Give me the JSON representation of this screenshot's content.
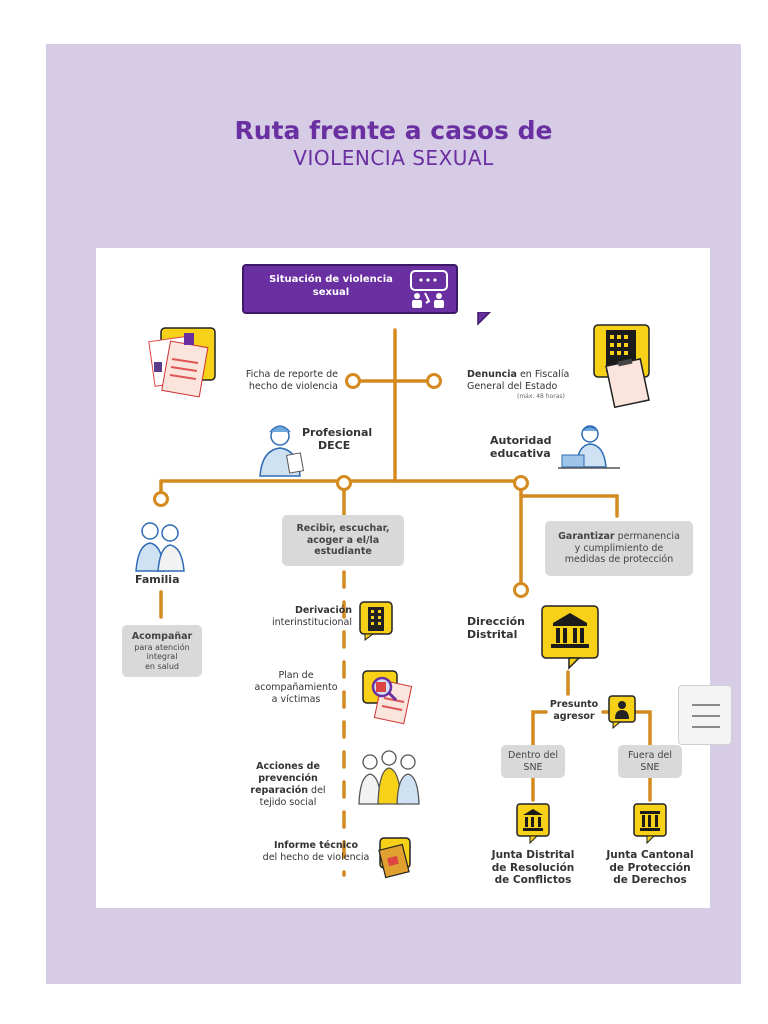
{
  "title": {
    "line1": "Ruta frente a casos de",
    "line2": "VIOLENCIA SEXUAL"
  },
  "colors": {
    "purple": "#6a2fa0",
    "line": "#d48a1f",
    "yellow": "#f7d117",
    "gray_box": "#d9d9d9",
    "background": "#d6cce6"
  },
  "nodes": {
    "top": "Situación de violencia sexual",
    "ficha": {
      "lines": [
        "Ficha de reporte de",
        "hecho de violencia"
      ]
    },
    "denuncia": {
      "bold": "Denuncia",
      "rest": " en Fiscalía",
      "line2": "General del Estado",
      "note": "(máx. 48 horas)"
    },
    "profesional": {
      "lines": [
        "Profesional",
        "DECE"
      ]
    },
    "autoridad": {
      "lines": [
        "Autoridad",
        "educativa"
      ]
    },
    "familia": "Familia",
    "acompanar": {
      "bold": "Acompañar",
      "rest": [
        "para atención",
        "integral",
        "en salud"
      ]
    },
    "recibir": {
      "lines": [
        "Recibir, escuchar,",
        "acoger a el/la",
        "estudiante"
      ]
    },
    "garantizar": {
      "bold": "Garantizar",
      "rest1": " permanencia",
      "line2": "y cumplimiento de",
      "line3": "medidas de protección"
    },
    "derivacion": {
      "bold": "Derivación",
      "rest": "interinstitucional"
    },
    "plan": {
      "lines": [
        "Plan de",
        "acompañamiento",
        "a víctimas"
      ]
    },
    "acciones": {
      "line1": "Acciones de prevención",
      "line2_bold": "reparación",
      "line2_rest": " del",
      "line3": "tejido social"
    },
    "informe": {
      "line1": "Informe técnico",
      "line2": "del hecho de violencia"
    },
    "direccion": {
      "lines": [
        "Dirección",
        "Distrital"
      ]
    },
    "presunto": {
      "lines": [
        "Presunto",
        "agresor"
      ]
    },
    "dentro": {
      "lines": [
        "Dentro del",
        "SNE"
      ]
    },
    "fuera": {
      "lines": [
        "Fuera del",
        "SNE"
      ]
    },
    "junta_distrital": {
      "lines": [
        "Junta Distrital",
        "de Resolución",
        "de Conflictos"
      ]
    },
    "junta_cantonal": {
      "lines": [
        "Junta Cantonal",
        "de Protección",
        "de Derechos"
      ]
    }
  },
  "icons": {
    "top": "presentation-icon",
    "ficha": "report-documents-icon",
    "denuncia": "building-document-icon",
    "profesional": "counselor-icon",
    "autoridad": "authority-laptop-icon",
    "familia": "family-icon",
    "derivacion": "building-icon",
    "plan": "magnifier-documents-icon",
    "acciones": "group-people-icon",
    "informe": "report-folder-icon",
    "direccion": "institution-icon",
    "presunto": "person-icon",
    "junta_distrital": "institution-icon",
    "junta_cantonal": "institution-icon"
  }
}
